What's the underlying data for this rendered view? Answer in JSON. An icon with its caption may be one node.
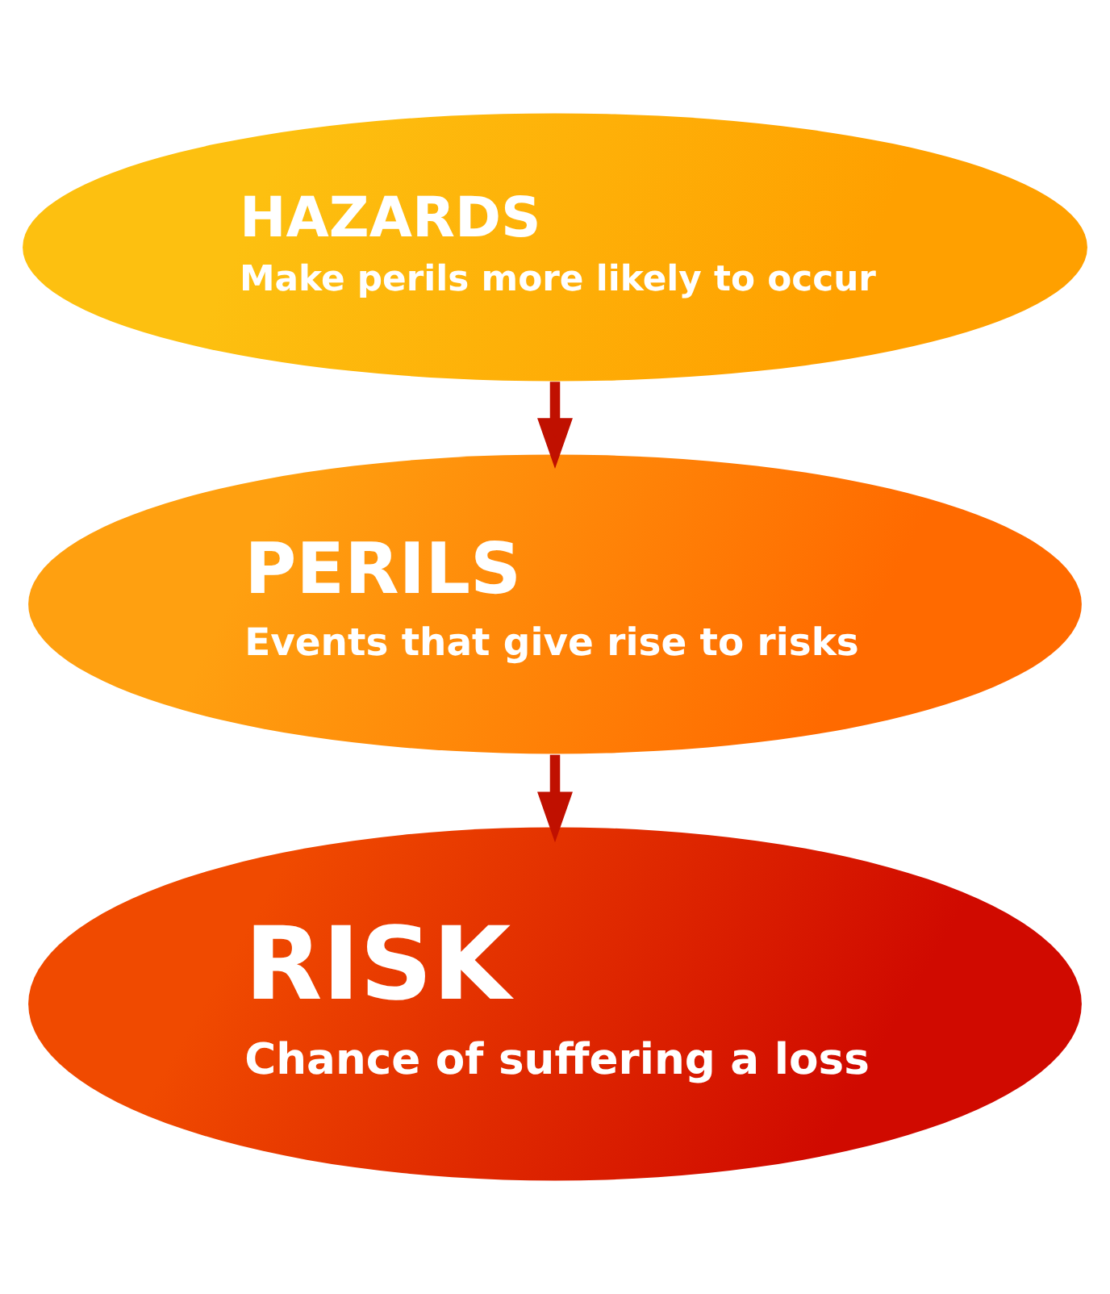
{
  "diagram": {
    "nodes": [
      {
        "text": [
          "HAZARDS",
          "Make perils more likely to occur"
        ]
      },
      {
        "text": [
          "PERILS",
          "Events that give rise to risks"
        ]
      },
      {
        "text": [
          "RISK",
          "Chance of suffering a loss"
        ]
      }
    ],
    "edges": [
      {
        "from": 0,
        "to": 1,
        "arrow": "to"
      },
      {
        "from": 1,
        "to": 2,
        "arrow": "to"
      }
    ]
  }
}
